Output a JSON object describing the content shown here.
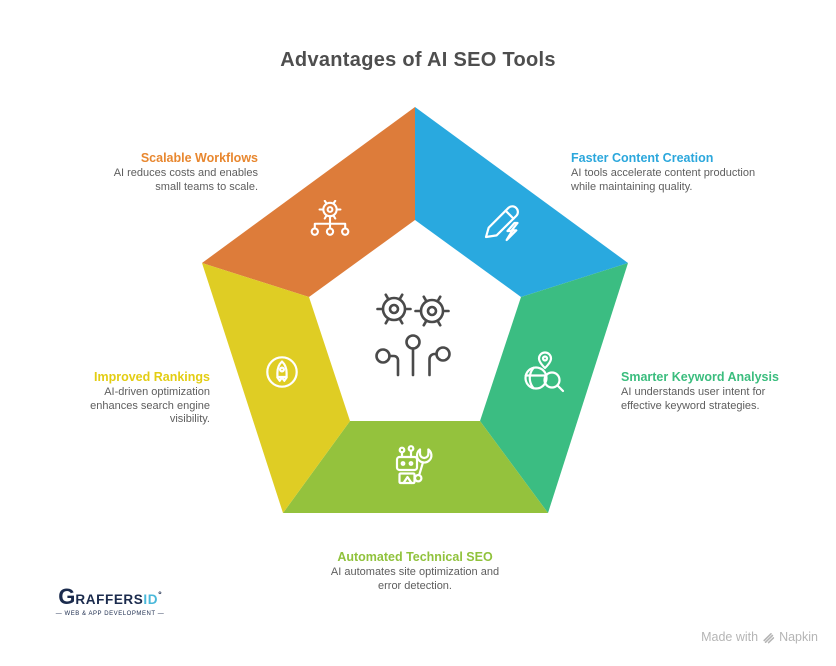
{
  "title": "Advantages of AI SEO Tools",
  "sections": [
    {
      "heading": "Scalable Workflows",
      "description": "AI reduces costs and enables small teams to scale.",
      "heading_color": "#E8872F",
      "segment_color": "#DD7C3A",
      "icon": "workflow-hierarchy-icon"
    },
    {
      "heading": "Faster Content Creation",
      "description": "AI tools accelerate content production while maintaining quality.",
      "heading_color": "#2BA7DC",
      "segment_color": "#29A9DF",
      "icon": "pencil-lightning-icon"
    },
    {
      "heading": "Smarter Keyword Analysis",
      "description": "AI understands user intent for effective keyword strategies.",
      "heading_color": "#3BBD7E",
      "segment_color": "#3BBD82",
      "icon": "globe-search-pin-icon"
    },
    {
      "heading": "Automated Technical SEO",
      "description": "AI automates site optimization and error detection.",
      "heading_color": "#90C23C",
      "segment_color": "#94C23D",
      "icon": "robot-wrench-icon"
    },
    {
      "heading": "Improved Rankings",
      "description": "AI-driven optimization enhances search engine visibility.",
      "heading_color": "#E3CD13",
      "segment_color": "#DFCD24",
      "icon": "rocket-badge-icon"
    }
  ],
  "center_icon": "ai-flowers-circuit-icon",
  "center_icon_color": "#4a4a4a",
  "logo": {
    "g": "G",
    "rest": "RAFFERS",
    "accent": "ID",
    "mark": "°",
    "tagline": "— WEB & APP DEVELOPMENT —"
  },
  "credit": {
    "prefix": "Made with",
    "brand": "Napkin"
  }
}
